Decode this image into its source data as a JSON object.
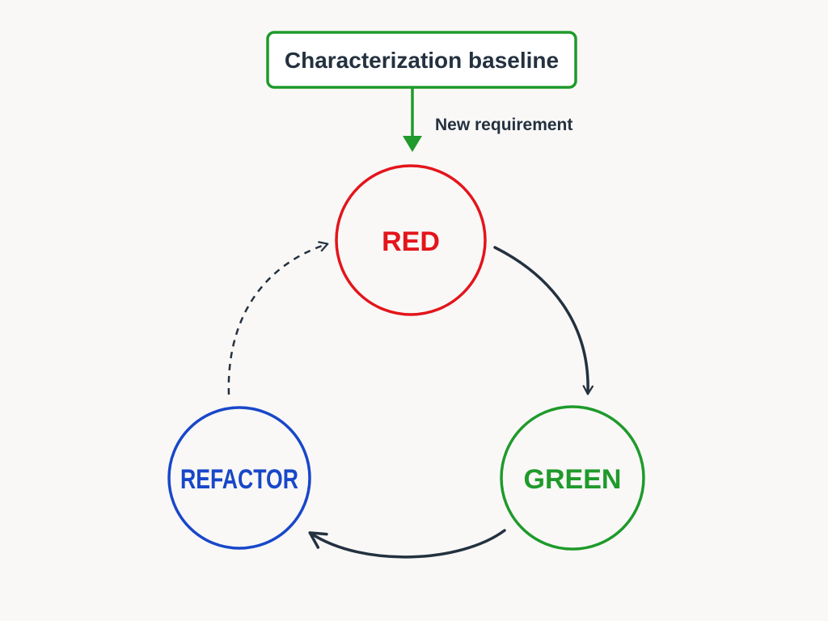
{
  "diagram": {
    "baseline": {
      "label": "Characterization baseline",
      "color": "#1f9a2b"
    },
    "entry_edge": {
      "label": "New requirement",
      "color": "#1f9a2b"
    },
    "nodes": {
      "red": {
        "label": "RED",
        "color": "#e3151b"
      },
      "green": {
        "label": "GREEN",
        "color": "#1f9a2b"
      },
      "refactor": {
        "label": "REFACTOR",
        "color": "#1847c9"
      }
    },
    "text_color": "#24313f",
    "arrow_color": "#24313f",
    "background": "#f9f8f7"
  }
}
